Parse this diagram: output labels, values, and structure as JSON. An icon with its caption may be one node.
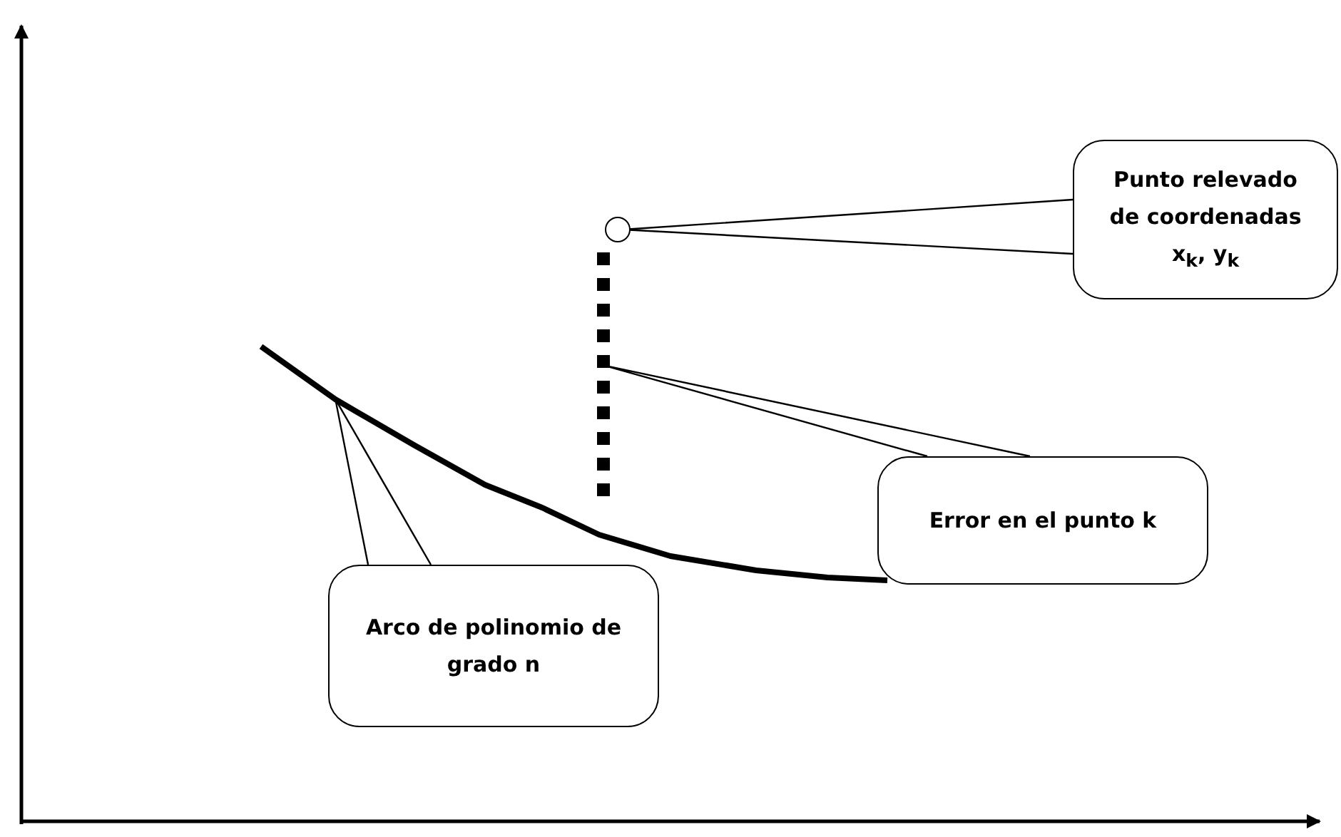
{
  "diagram": {
    "nodes": [
      {
        "text": [
          "Punto relevado de coordenadas x$_{k}$, y$_{k}$"
        ]
      },
      {
        "text": [],
        "shape": "circle"
      },
      {
        "text": [
          "Error en el punto k"
        ]
      },
      {
        "text": [],
        "shape": "bar"
      },
      {
        "text": [
          "Arco de polinomio de grado n"
        ]
      },
      {
        "text": [],
        "shape": "curve"
      }
    ],
    "edges": [
      {
        "from": 0,
        "to": 1,
        "arrow": "none"
      },
      {
        "from": 2,
        "to": 3,
        "arrow": "none"
      },
      {
        "from": 4,
        "to": 5,
        "arrow": "none"
      }
    ]
  }
}
